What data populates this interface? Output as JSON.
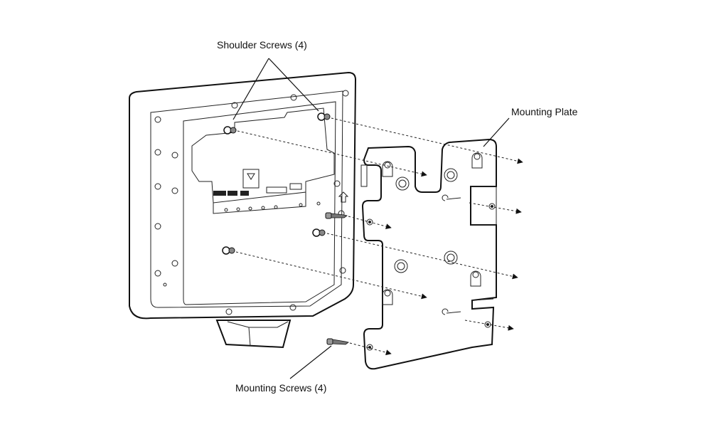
{
  "labels": {
    "shoulder_screws": "Shoulder Screws (4)",
    "mounting_plate": "Mounting Plate",
    "mounting_screws": "Mounting Screws (4)"
  }
}
